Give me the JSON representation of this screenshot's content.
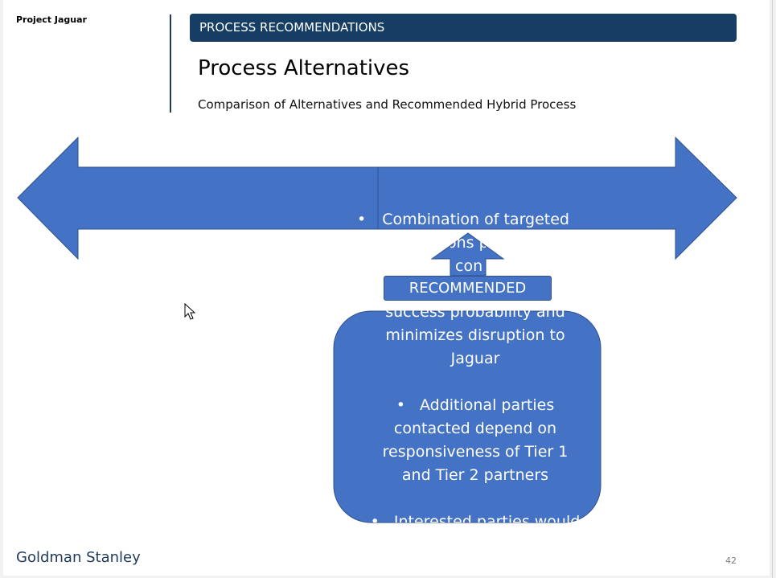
{
  "header": {
    "project": "Project Jaguar",
    "banner": "PROCESS RECOMMENDATIONS",
    "title": "Process Alternatives",
    "subtitle": "Comparison of Alternatives and Recommended Hybrid Process"
  },
  "diagram": {
    "arrow_text_1": "Combination of targeted",
    "arrow_text_2a": "ons p",
    "arrow_text_2b": "con",
    "recommended_label": "RECOMMENDED",
    "box_line_1": "success probability and",
    "box_line_2": "minimizes disruption to",
    "box_line_3": "Jaguar",
    "box_line_4": "Additional parties",
    "box_line_5": "contacted depend on",
    "box_line_6": "responsiveness of Tier 1",
    "box_line_7": "and Tier 2 partners",
    "box_line_8": "Interested parties would",
    "bullet": "•"
  },
  "footer": {
    "brand": "Goldman Stanley",
    "page": "42"
  },
  "colors": {
    "banner": "#163d64",
    "shape_fill": "#4472c4",
    "shape_border": "#2f528f"
  }
}
